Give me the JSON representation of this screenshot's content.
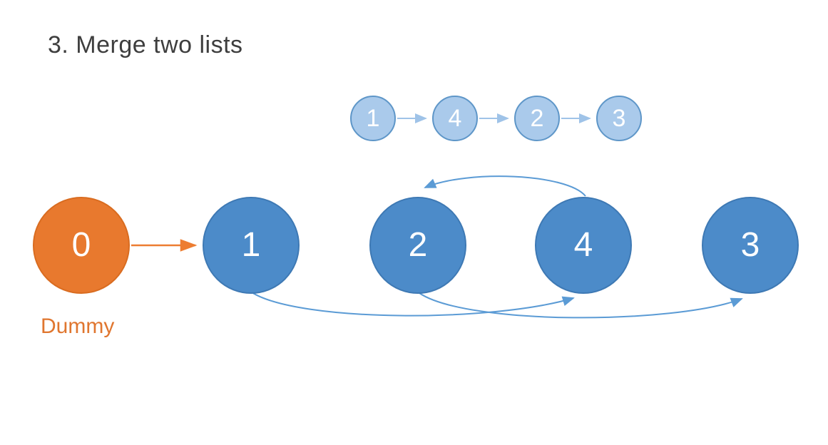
{
  "title": "3. Merge two lists",
  "colors": {
    "big_node_fill": "#4c8bc9",
    "big_node_border": "#3e79b4",
    "small_node_fill": "#aacaeb",
    "small_node_border": "#5e96c8",
    "small_arrow": "#9fc3e8",
    "curve_arrow": "#5b9bd5",
    "dummy_fill": "#e8792e",
    "orange_arrow": "#ed7d31",
    "title_text": "#3e3e3e",
    "dummy_text": "#e0762f"
  },
  "top_list": {
    "nodes": [
      {
        "value": "1"
      },
      {
        "value": "4"
      },
      {
        "value": "2"
      },
      {
        "value": "3"
      }
    ],
    "links": [
      {
        "from": "1",
        "to": "4"
      },
      {
        "from": "4",
        "to": "2"
      },
      {
        "from": "2",
        "to": "3"
      }
    ]
  },
  "main_diagram": {
    "dummy_node": {
      "value": "0",
      "label": "Dummy"
    },
    "nodes": [
      {
        "value": "1"
      },
      {
        "value": "2"
      },
      {
        "value": "4"
      },
      {
        "value": "3"
      }
    ],
    "links": [
      {
        "from": "0",
        "to": "1",
        "style": "straight-orange"
      },
      {
        "from": "1",
        "to": "4",
        "style": "curve-below"
      },
      {
        "from": "4",
        "to": "2",
        "style": "curve-above"
      },
      {
        "from": "2",
        "to": "3",
        "style": "curve-below"
      }
    ]
  }
}
